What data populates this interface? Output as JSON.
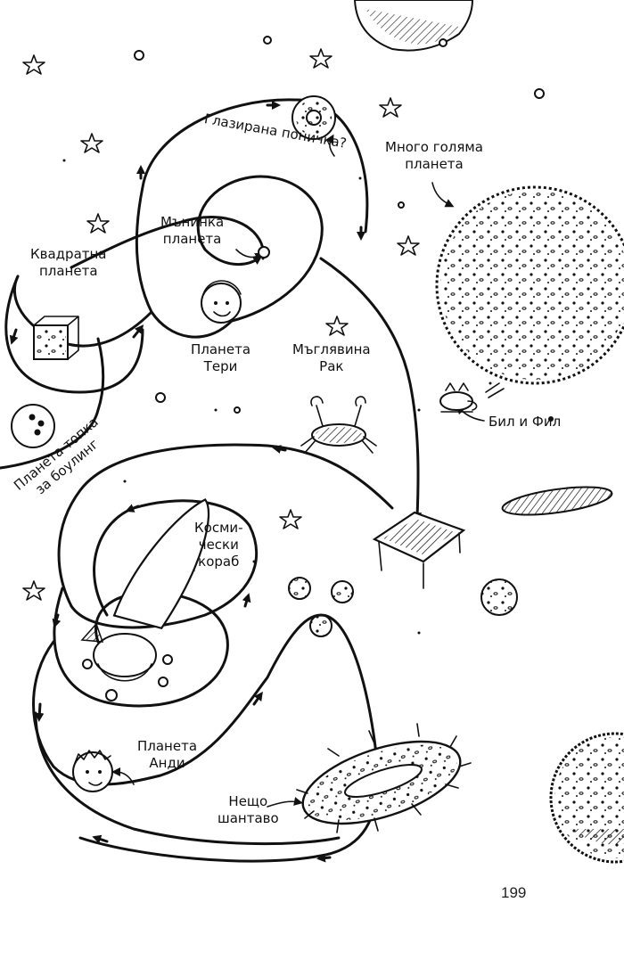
{
  "labels": {
    "glazed_donut": "Глазирана поничка?",
    "very_big_planet_1": "Много голяма",
    "very_big_planet_2": "планета",
    "tiny_planet_1": "Мънинка",
    "tiny_planet_2": "планета",
    "square_planet_1": "Квадратна",
    "square_planet_2": "планета",
    "planet_teri_1": "Планета",
    "planet_teri_2": "Тери",
    "crab_nebula_1": "Мъглявина",
    "crab_nebula_2": "Рак",
    "bill_and_phil": "Бил и Фил",
    "bowling_planet_1": "Планета топка",
    "bowling_planet_2": "за боулинг",
    "spaceship_1": "Косми-",
    "spaceship_2": "чески",
    "spaceship_3": "кораб",
    "planet_andy_1": "Планета",
    "planet_andy_2": "Анди",
    "something_weird_1": "Нещо",
    "something_weird_2": "шантаво"
  },
  "page_number": "199",
  "colors": {
    "ink": "#111111",
    "paper": "#ffffff"
  }
}
